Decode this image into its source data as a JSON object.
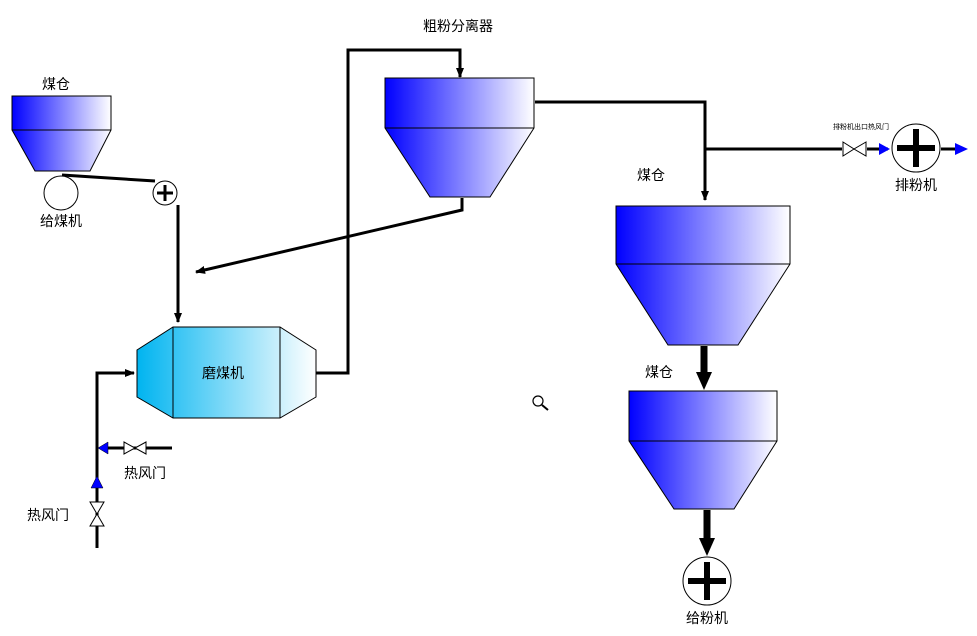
{
  "labels": {
    "coal_bin_small": "煤仓",
    "coal_feeder": "给煤机",
    "coarse_separator": "粗粉分离器",
    "mill": "磨煤机",
    "hot_air_door_upper": "热风门",
    "hot_air_door_lower": "热风门",
    "powder_bin_upper": "煤仓",
    "powder_bin_lower": "煤仓",
    "exhauster_outlet_door": "排粉机出口热风门",
    "exhauster": "排粉机",
    "powder_feeder": "给粉机"
  },
  "icons": {
    "zoom": "magnifier-icon"
  },
  "colors": {
    "vessel_dark": "#0000ff",
    "vessel_light": "#ffffff",
    "mill_dark": "#00b4f0",
    "mill_light": "#ffffff",
    "line": "#000000",
    "arrow_blue": "#0000ff"
  }
}
